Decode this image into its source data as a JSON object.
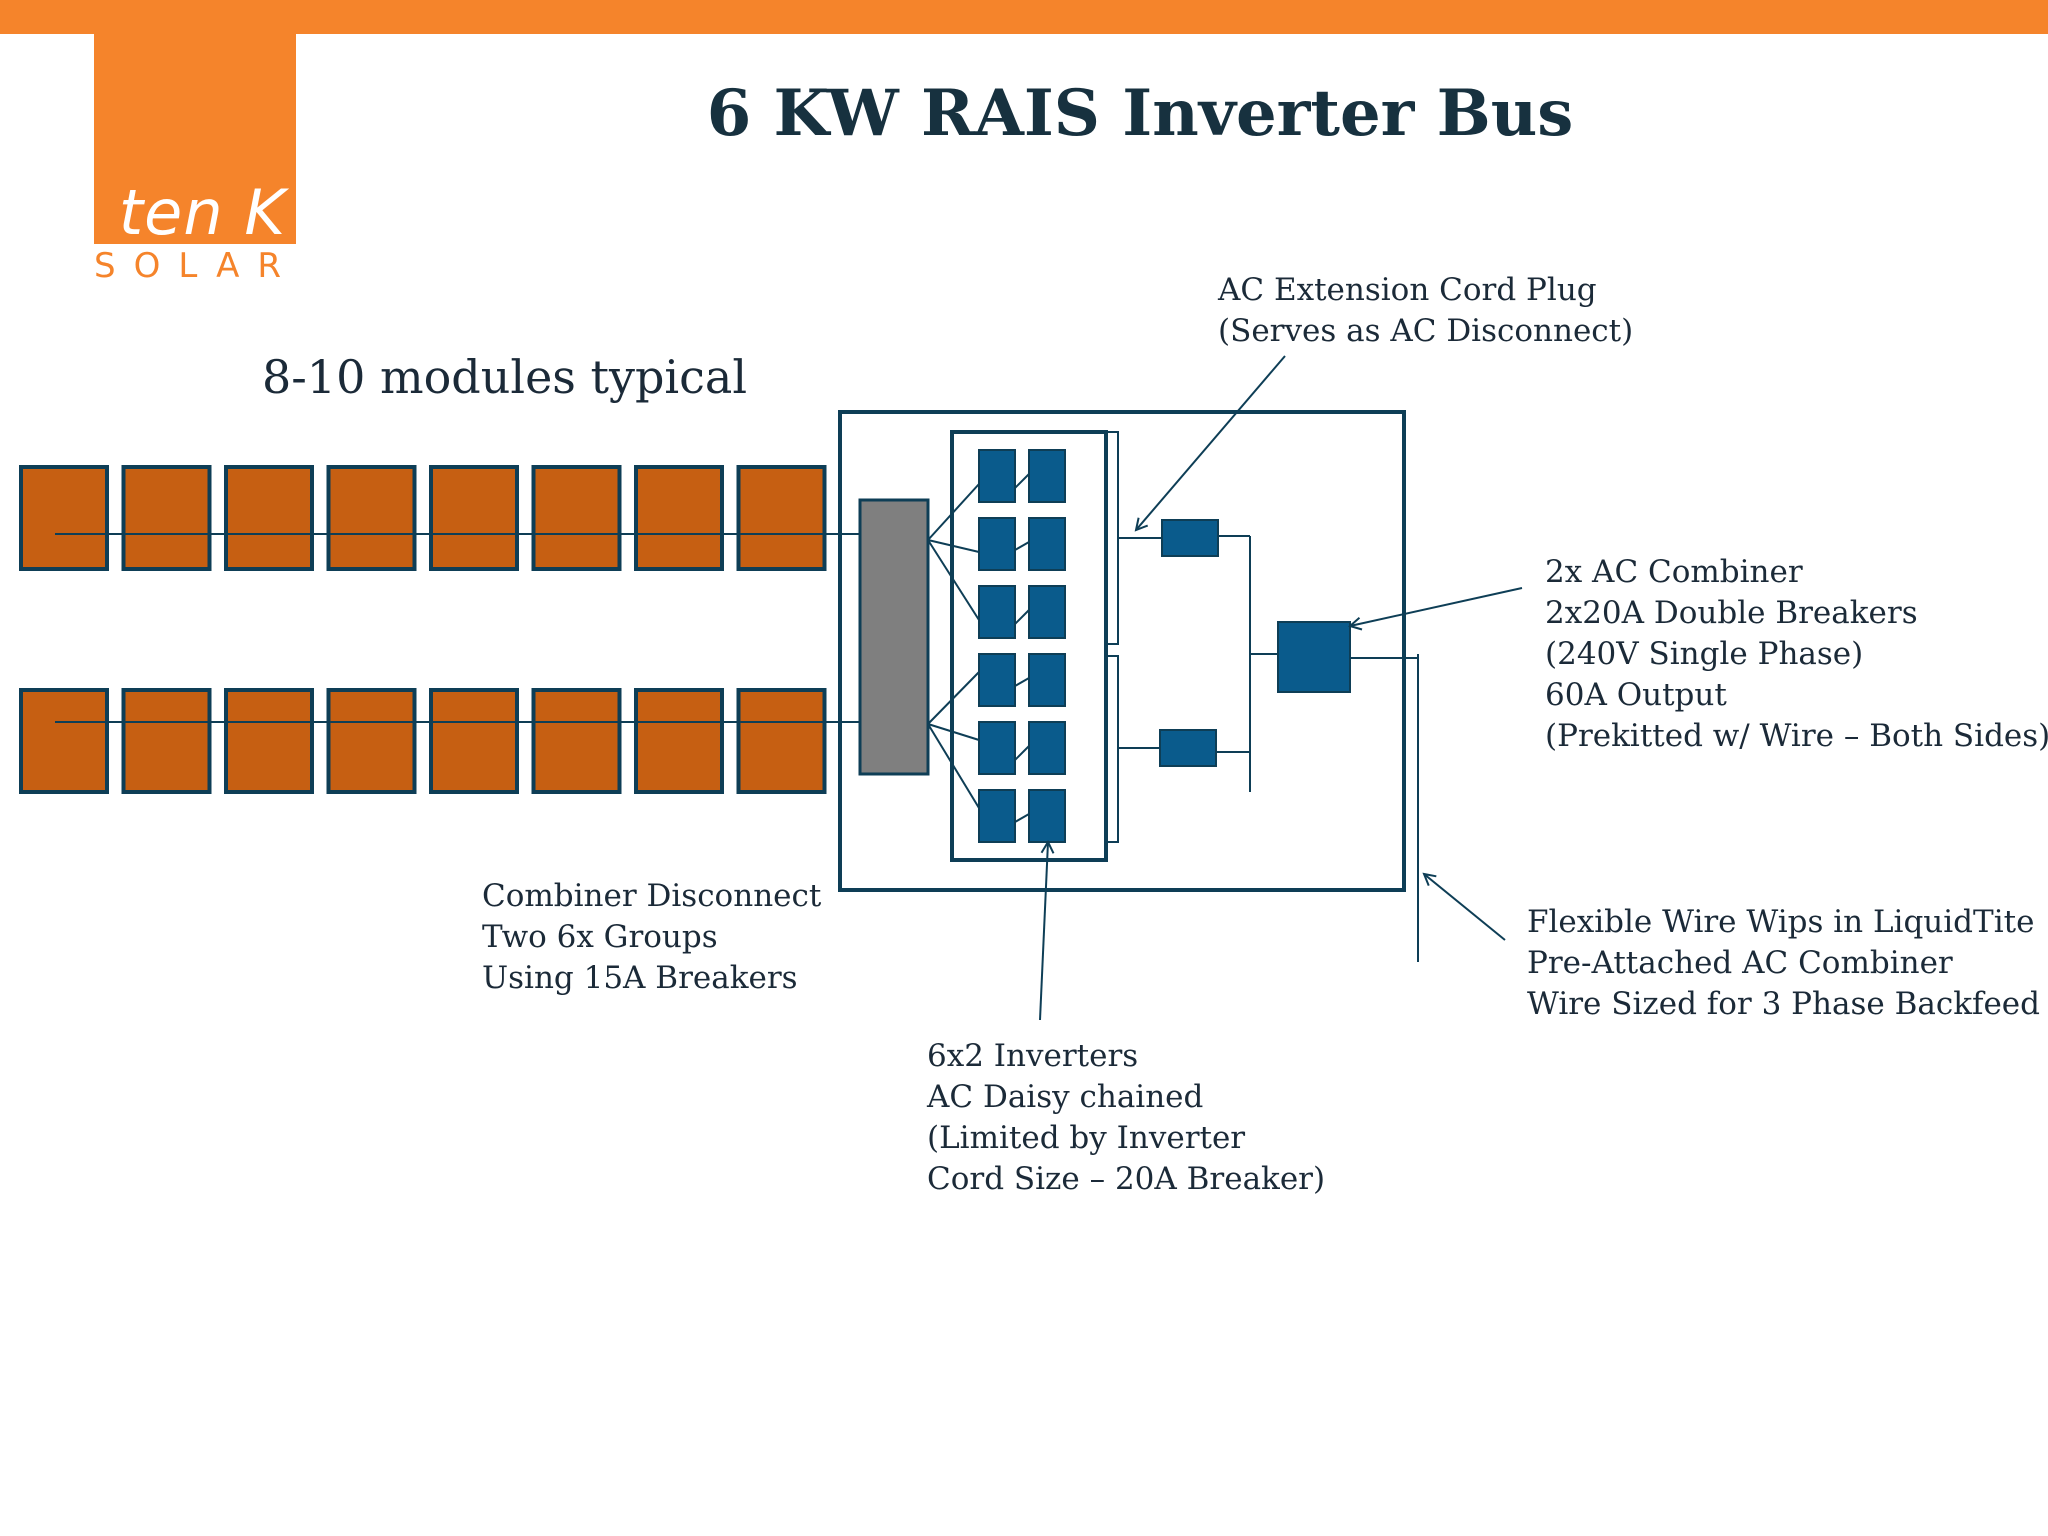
{
  "slide": {
    "title": "6 KW RAIS Inverter Bus"
  },
  "logo": {
    "brand": "ten K",
    "sub": "SOLAR"
  },
  "colors": {
    "accent_orange": "#F5842B",
    "module_fill": "#C65F12",
    "outline_navy": "#0E3E56",
    "inverter_blue": "#0A5B8C",
    "disconnect_gray": "#7F7F7F",
    "text_dark": "#1B2A38"
  },
  "labels": {
    "modules": "8-10 modules typical",
    "ac_plug": [
      "AC Extension Cord Plug",
      "(Serves as AC Disconnect)"
    ],
    "ac_combiner": [
      "2x AC Combiner",
      "2x20A Double Breakers",
      "(240V Single Phase)",
      "60A Output",
      "(Prekitted w/ Wire – Both Sides)"
    ],
    "combiner_disconnect": [
      "Combiner Disconnect",
      "Two 6x Groups",
      "Using 15A Breakers"
    ],
    "inverters": [
      "6x2 Inverters",
      "AC Daisy chained",
      "(Limited by Inverter",
      "Cord Size – 20A Breaker)"
    ],
    "flex_wire": [
      "Flexible Wire Wips in LiquidTite",
      "Pre-Attached AC Combiner",
      "Wire Sized for 3 Phase Backfeed"
    ]
  },
  "diagram": {
    "module_rows": 2,
    "modules_per_row": 8,
    "inverter_rows": 6,
    "inverter_columns": 2
  }
}
